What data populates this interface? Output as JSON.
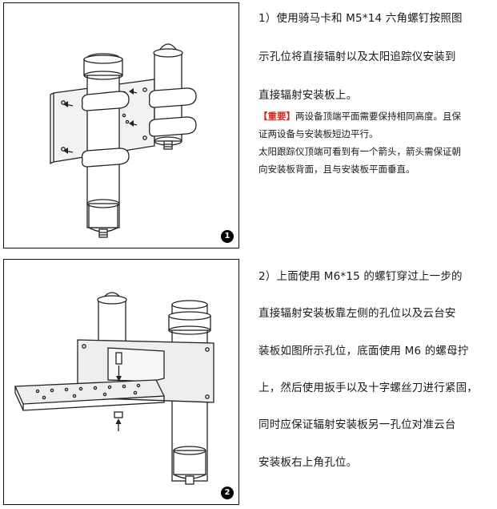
{
  "step1": {
    "badge": "1",
    "lines": [
      "1）使用骑马卡和 M5*14 六角螺钉按照图",
      "示孔位将直接辐射以及太阳追踪仪安装到",
      "直接辐射安装板上。"
    ],
    "important_label": "【重要】",
    "important_text_1": "两设备顶端平面需要保持相同高度。且保",
    "important_text_2": "证两设备与安装板短边平行。",
    "note_lines": [
      "太阳跟踪仪顶端可看到有一个箭头，箭头需保证朝",
      "向安装板背面，且与安装板平面垂直。"
    ]
  },
  "step2": {
    "badge": "2",
    "lines": [
      "2）上面使用 M6*15 的螺钉穿过上一步的",
      "直接辐射安装板靠左侧的孔位以及云台安",
      "装板如图所示孔位，底面使用 M6 的螺母拧",
      "上，然后使用扳手以及十字螺丝刀进行紧固，",
      "同时应保证辐射安装板另一孔位对准云台",
      "安装板右上角孔位。"
    ]
  }
}
